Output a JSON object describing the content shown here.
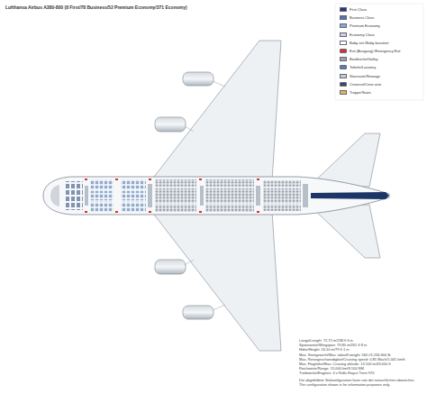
{
  "diagram": {
    "title": "Lufthansa Airbus A380-800 (8 First/78 Business/52 Premium Economy/371 Economy)",
    "labels": [
      "Länge/Length: 72,72 m/238 ft 6 in",
      "Spannweite/Wingspan: 79,80 m/261 ft 8 in",
      "Höhe/Height: 24,10 m/79 ft 1 in",
      "Max. Startgewicht/Max. takeoff weight: 560 t/1.234.600 lb",
      "Max. Reisegeschwindigkeit/Cruising speed: 0,85 Mach/1.041 km/h",
      "Max. Flughöhe/Max. Cruising altitude: 13.100 m/43.000 ft",
      "Reichweite/Range: 15.000 km/8.100 NM",
      "Triebwerke/Engines: 4 x Rolls-Royce Trent 970",
      "Die abgebildete Sitzkonfiguration kann von der tatsächlichen abweichen.",
      "The configuration shown is for information purposes only."
    ],
    "legend": [
      {
        "text": "First Class",
        "color": "#1f3f73"
      },
      {
        "text": "Business Class",
        "color": "#4a78b0"
      },
      {
        "text": "Premium Economy",
        "color": "#8aa9cc"
      },
      {
        "text": "Economy Class",
        "color": "#c9d3df"
      },
      {
        "text": "Baby-net /Baby bassinet"
      },
      {
        "text": "Exit (Ausgang) /Emergency Exit"
      },
      {
        "text": "Bordküche/Galley"
      },
      {
        "text": "Toilette/Lavatory"
      },
      {
        "text": "Stauraum/Stowage"
      },
      {
        "text": "Crewrest/Crew seat"
      },
      {
        "text": "Treppe/Stairs"
      }
    ]
  }
}
